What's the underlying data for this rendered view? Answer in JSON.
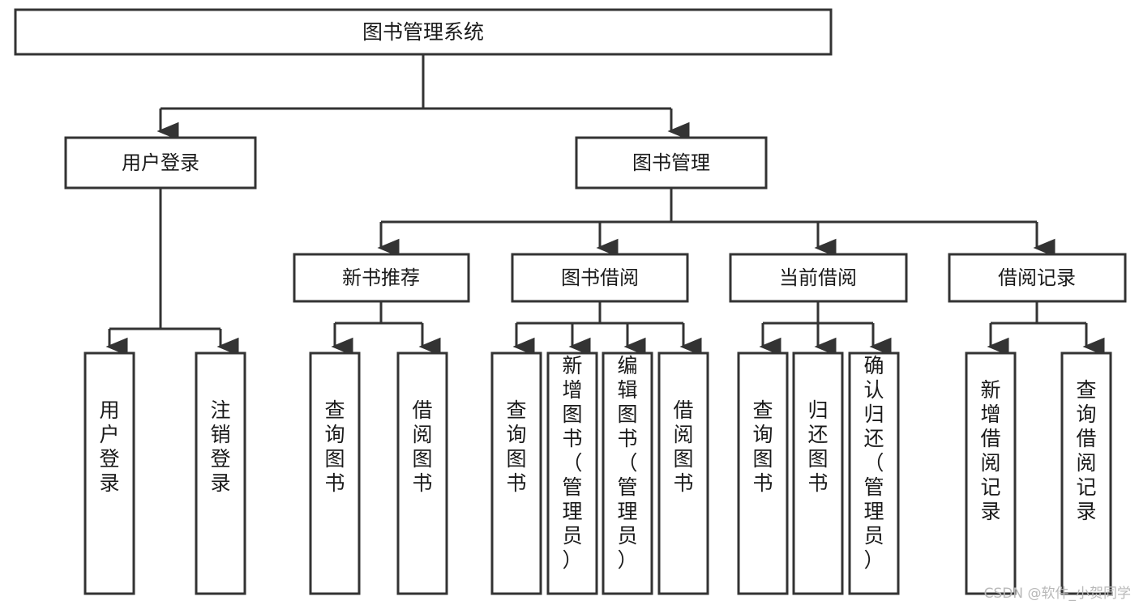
{
  "diagram": {
    "title": "图书管理系统",
    "type": "tree",
    "watermark": "CSDN @软件_小贺同学",
    "colors": {
      "stroke": "#333333",
      "fill": "#ffffff",
      "text": "#1a1a1a",
      "watermark": "#b9b9b9",
      "background": "#ffffff"
    },
    "levels": {
      "root": {
        "label": "图书管理系统"
      },
      "level2": [
        {
          "label": "用户登录"
        },
        {
          "label": "图书管理"
        }
      ],
      "level3": [
        {
          "label": "新书推荐"
        },
        {
          "label": "图书借阅"
        },
        {
          "label": "当前借阅"
        },
        {
          "label": "借阅记录"
        }
      ],
      "leaves": {
        "user_login": [
          {
            "label": "用户登录"
          },
          {
            "label": "注销登录"
          }
        ],
        "new_book_recommend": [
          {
            "label": "查询图书"
          },
          {
            "label": "借阅图书"
          }
        ],
        "book_borrow": [
          {
            "label": "查询图书"
          },
          {
            "label": "新增图书（管理员）"
          },
          {
            "label": "编辑图书（管理员）"
          },
          {
            "label": "借阅图书"
          }
        ],
        "current_borrow": [
          {
            "label": "查询图书"
          },
          {
            "label": "归还图书"
          },
          {
            "label": "确认归还（管理员）"
          }
        ],
        "borrow_record": [
          {
            "label": "新增借阅记录"
          },
          {
            "label": "查询借阅记录"
          }
        ]
      }
    }
  }
}
